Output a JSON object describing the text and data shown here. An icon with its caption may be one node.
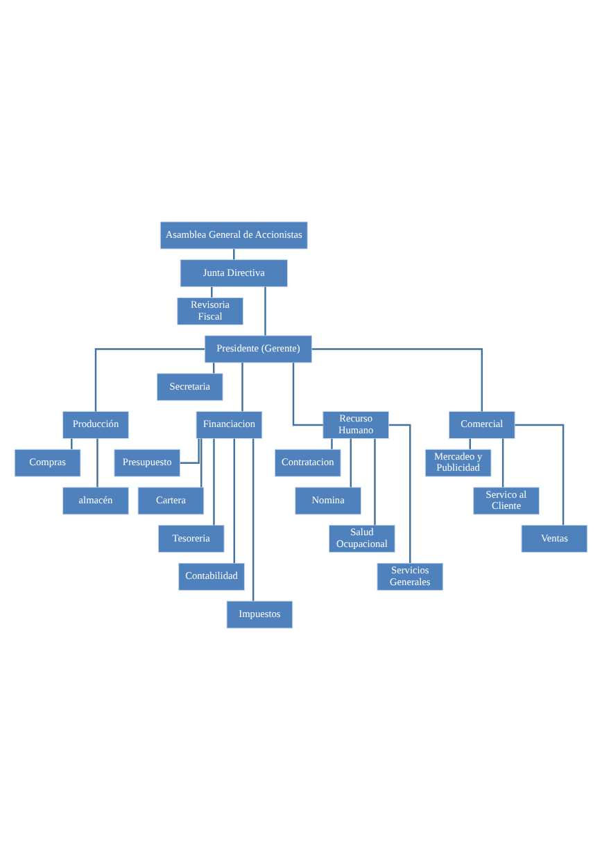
{
  "diagram": {
    "nodes": [
      {
        "text": [
          "Asamblea General de Accionistas"
        ]
      },
      {
        "text": [
          "Junta Directiva"
        ]
      },
      {
        "text": [
          "Revisoria Fiscal"
        ]
      },
      {
        "text": [
          "Presidente (Gerente)"
        ]
      },
      {
        "text": [
          "Secretaria"
        ]
      },
      {
        "text": [
          "Producción"
        ]
      },
      {
        "text": [
          "Financiacion"
        ]
      },
      {
        "text": [
          "Recurso Humano"
        ]
      },
      {
        "text": [
          "Comercial"
        ]
      },
      {
        "text": [
          "Compras"
        ]
      },
      {
        "text": [
          "almacén"
        ]
      },
      {
        "text": [
          "Presupuesto"
        ]
      },
      {
        "text": [
          "Cartera"
        ]
      },
      {
        "text": [
          "Tesoreria"
        ]
      },
      {
        "text": [
          "Contabilidad"
        ]
      },
      {
        "text": [
          "Impuestos"
        ]
      },
      {
        "text": [
          "Contratacion"
        ]
      },
      {
        "text": [
          "Nomina"
        ]
      },
      {
        "text": [
          "Salud Ocupacional"
        ]
      },
      {
        "text": [
          "Servicios Generales"
        ]
      },
      {
        "text": [
          "Mercadeo y Publicidad"
        ]
      },
      {
        "text": [
          "Servico al Cliente"
        ]
      },
      {
        "text": [
          "Ventas"
        ]
      }
    ],
    "edges": [
      {
        "from": 0,
        "to": 1,
        "arrow": "none"
      },
      {
        "from": 1,
        "to": 2,
        "arrow": "none"
      },
      {
        "from": 1,
        "to": 3,
        "arrow": "none"
      },
      {
        "from": 3,
        "to": 5,
        "arrow": "none"
      },
      {
        "from": 3,
        "to": 6,
        "arrow": "none"
      },
      {
        "from": 3,
        "to": 7,
        "arrow": "none"
      },
      {
        "from": 3,
        "to": 8,
        "arrow": "none"
      },
      {
        "from": 3,
        "to": 4,
        "arrow": "none"
      },
      {
        "from": 5,
        "to": 9,
        "arrow": "none"
      },
      {
        "from": 5,
        "to": 10,
        "arrow": "none"
      },
      {
        "from": 6,
        "to": 11,
        "arrow": "none"
      },
      {
        "from": 6,
        "to": 12,
        "arrow": "none"
      },
      {
        "from": 6,
        "to": 13,
        "arrow": "none"
      },
      {
        "from": 6,
        "to": 14,
        "arrow": "none"
      },
      {
        "from": 6,
        "to": 15,
        "arrow": "none"
      },
      {
        "from": 7,
        "to": 16,
        "arrow": "none"
      },
      {
        "from": 7,
        "to": 17,
        "arrow": "none"
      },
      {
        "from": 7,
        "to": 18,
        "arrow": "none"
      },
      {
        "from": 7,
        "to": 19,
        "arrow": "none"
      },
      {
        "from": 8,
        "to": 20,
        "arrow": "none"
      },
      {
        "from": 8,
        "to": 21,
        "arrow": "none"
      },
      {
        "from": 8,
        "to": 22,
        "arrow": "none"
      }
    ]
  }
}
